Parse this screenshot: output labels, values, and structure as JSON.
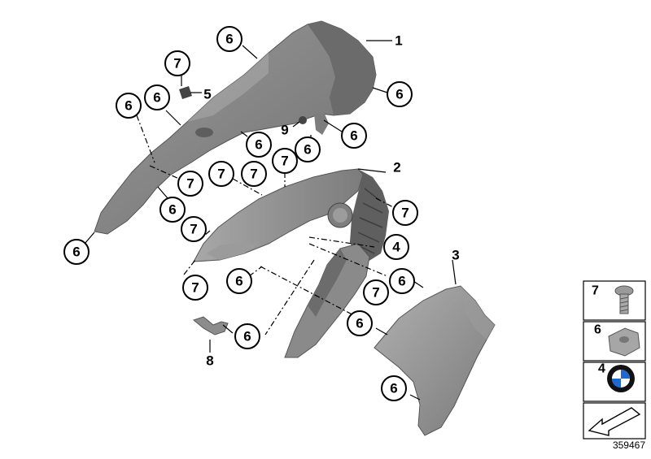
{
  "callouts": {
    "p1": "1",
    "p2": "2",
    "p3": "3",
    "p4": "4",
    "p5": "5",
    "p8": "8",
    "p9": "9",
    "c6a": "6",
    "c6b": "6",
    "c6c": "6",
    "c6d": "6",
    "c6e": "6",
    "c6f": "6",
    "c6g": "6",
    "c6h": "6",
    "c6i": "6",
    "c6j": "6",
    "c6k": "6",
    "c6l": "6",
    "c6m": "6",
    "c7a": "7",
    "c7b": "7",
    "c7c": "7",
    "c7d": "7",
    "c7e": "7",
    "c7f": "7",
    "c7g": "7",
    "c7h": "7",
    "c7i": "7"
  },
  "legend": {
    "items": [
      {
        "number": "7",
        "icon": "screw-icon"
      },
      {
        "number": "6",
        "icon": "clip-nut-icon"
      },
      {
        "number": "4",
        "icon": "bmw-roundel-icon"
      },
      {
        "number": "",
        "icon": "direction-arrow-icon"
      }
    ]
  },
  "catalog_number": "359467",
  "colors": {
    "part_fill": "#8e8e8e",
    "part_light": "#b4b4b4",
    "part_dark": "#6a6a6a"
  }
}
